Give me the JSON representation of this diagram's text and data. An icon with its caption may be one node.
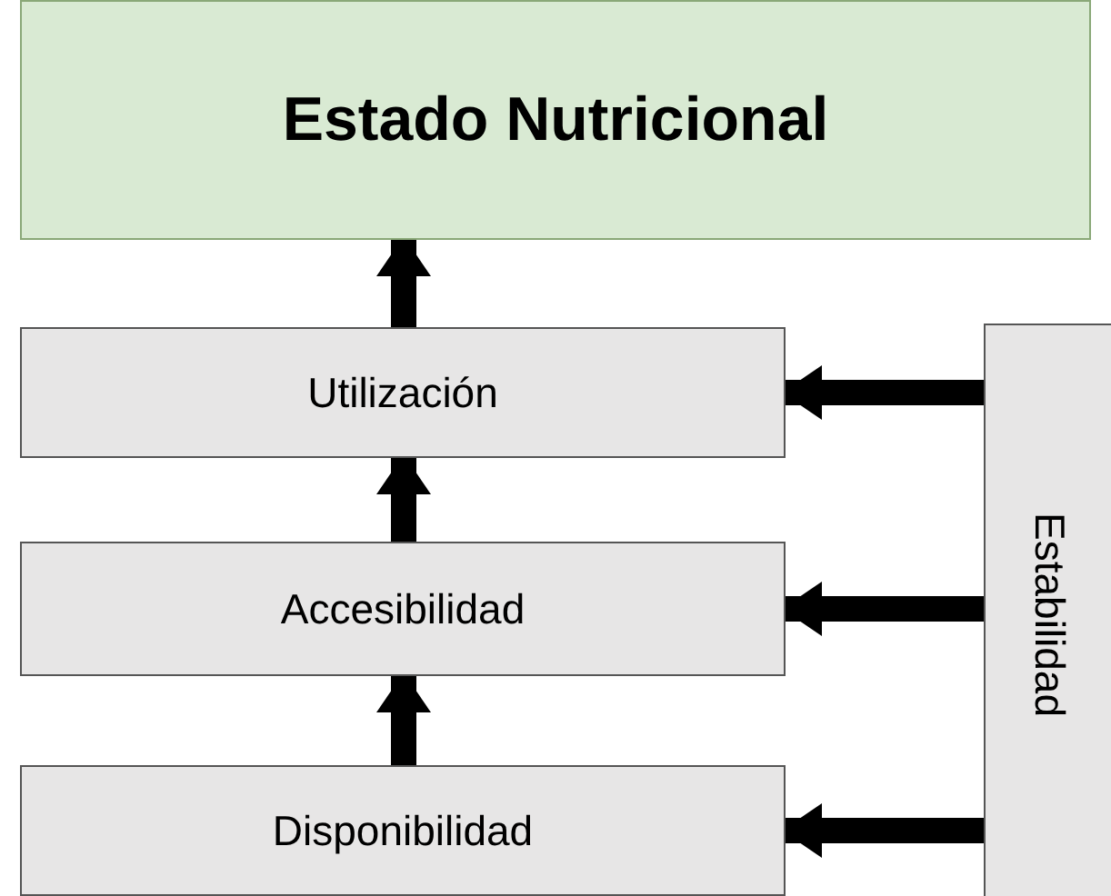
{
  "diagram": {
    "nodes": [
      {
        "text": [
          "Estado Nutricional"
        ]
      },
      {
        "text": [
          "Utilización"
        ]
      },
      {
        "text": [
          "Accesibilidad"
        ]
      },
      {
        "text": [
          "Disponibilidad"
        ]
      },
      {
        "text": [
          "Estabilidad"
        ]
      }
    ],
    "edges": [
      {
        "from": 1,
        "to": 0,
        "arrow": "to"
      },
      {
        "from": 2,
        "to": 1,
        "arrow": "to"
      },
      {
        "from": 3,
        "to": 2,
        "arrow": "to"
      },
      {
        "from": 4,
        "to": 1,
        "arrow": "to"
      },
      {
        "from": 4,
        "to": 2,
        "arrow": "to"
      },
      {
        "from": 4,
        "to": 3,
        "arrow": "to"
      }
    ]
  }
}
